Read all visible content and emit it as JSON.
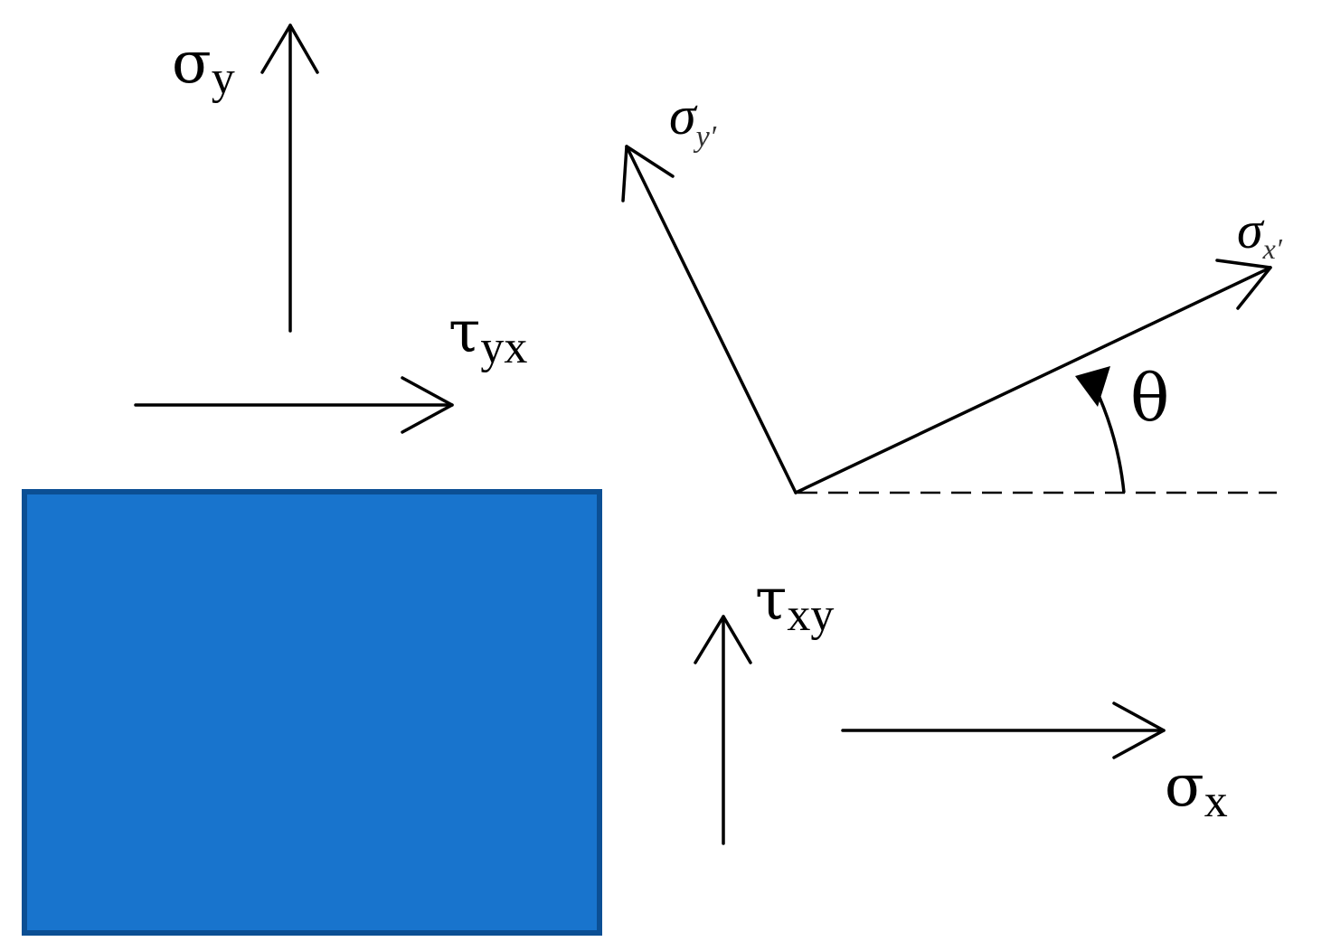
{
  "colors": {
    "element_fill": "#1874CD",
    "element_border": "#0B4F94",
    "stroke": "#000000",
    "background": "#ffffff"
  },
  "labels": {
    "sigma_y": {
      "symbol": "σ",
      "sub": "y"
    },
    "tau_yx": {
      "symbol": "τ",
      "sub": "yx"
    },
    "sigma_y_prime": {
      "symbol": "σ",
      "sub": "y′"
    },
    "sigma_x_prime": {
      "symbol": "σ",
      "sub": "x′"
    },
    "theta": {
      "symbol": "θ"
    },
    "tau_xy": {
      "symbol": "τ",
      "sub": "xy"
    },
    "sigma_x": {
      "symbol": "σ",
      "sub": "x"
    }
  }
}
